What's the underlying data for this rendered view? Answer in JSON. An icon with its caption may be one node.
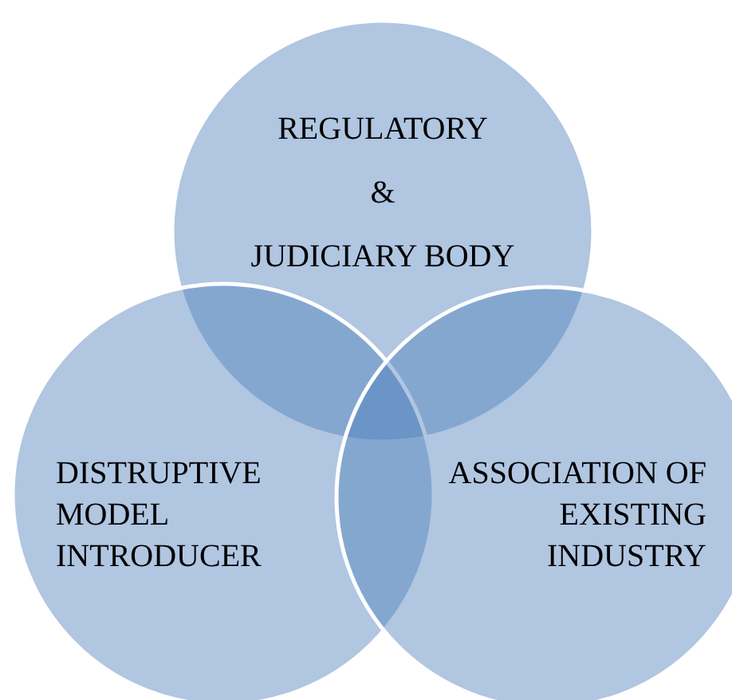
{
  "diagram": {
    "nodes": [
      {
        "text": [
          "REGULATORY",
          "&",
          "JUDICIARY BODY"
        ]
      },
      {
        "text": [
          "DISTRUPTIVE MODEL INTRODUCER"
        ]
      },
      {
        "text": [
          "ASSOCIATION OF EXISTING INDUSTRY"
        ]
      }
    ]
  }
}
